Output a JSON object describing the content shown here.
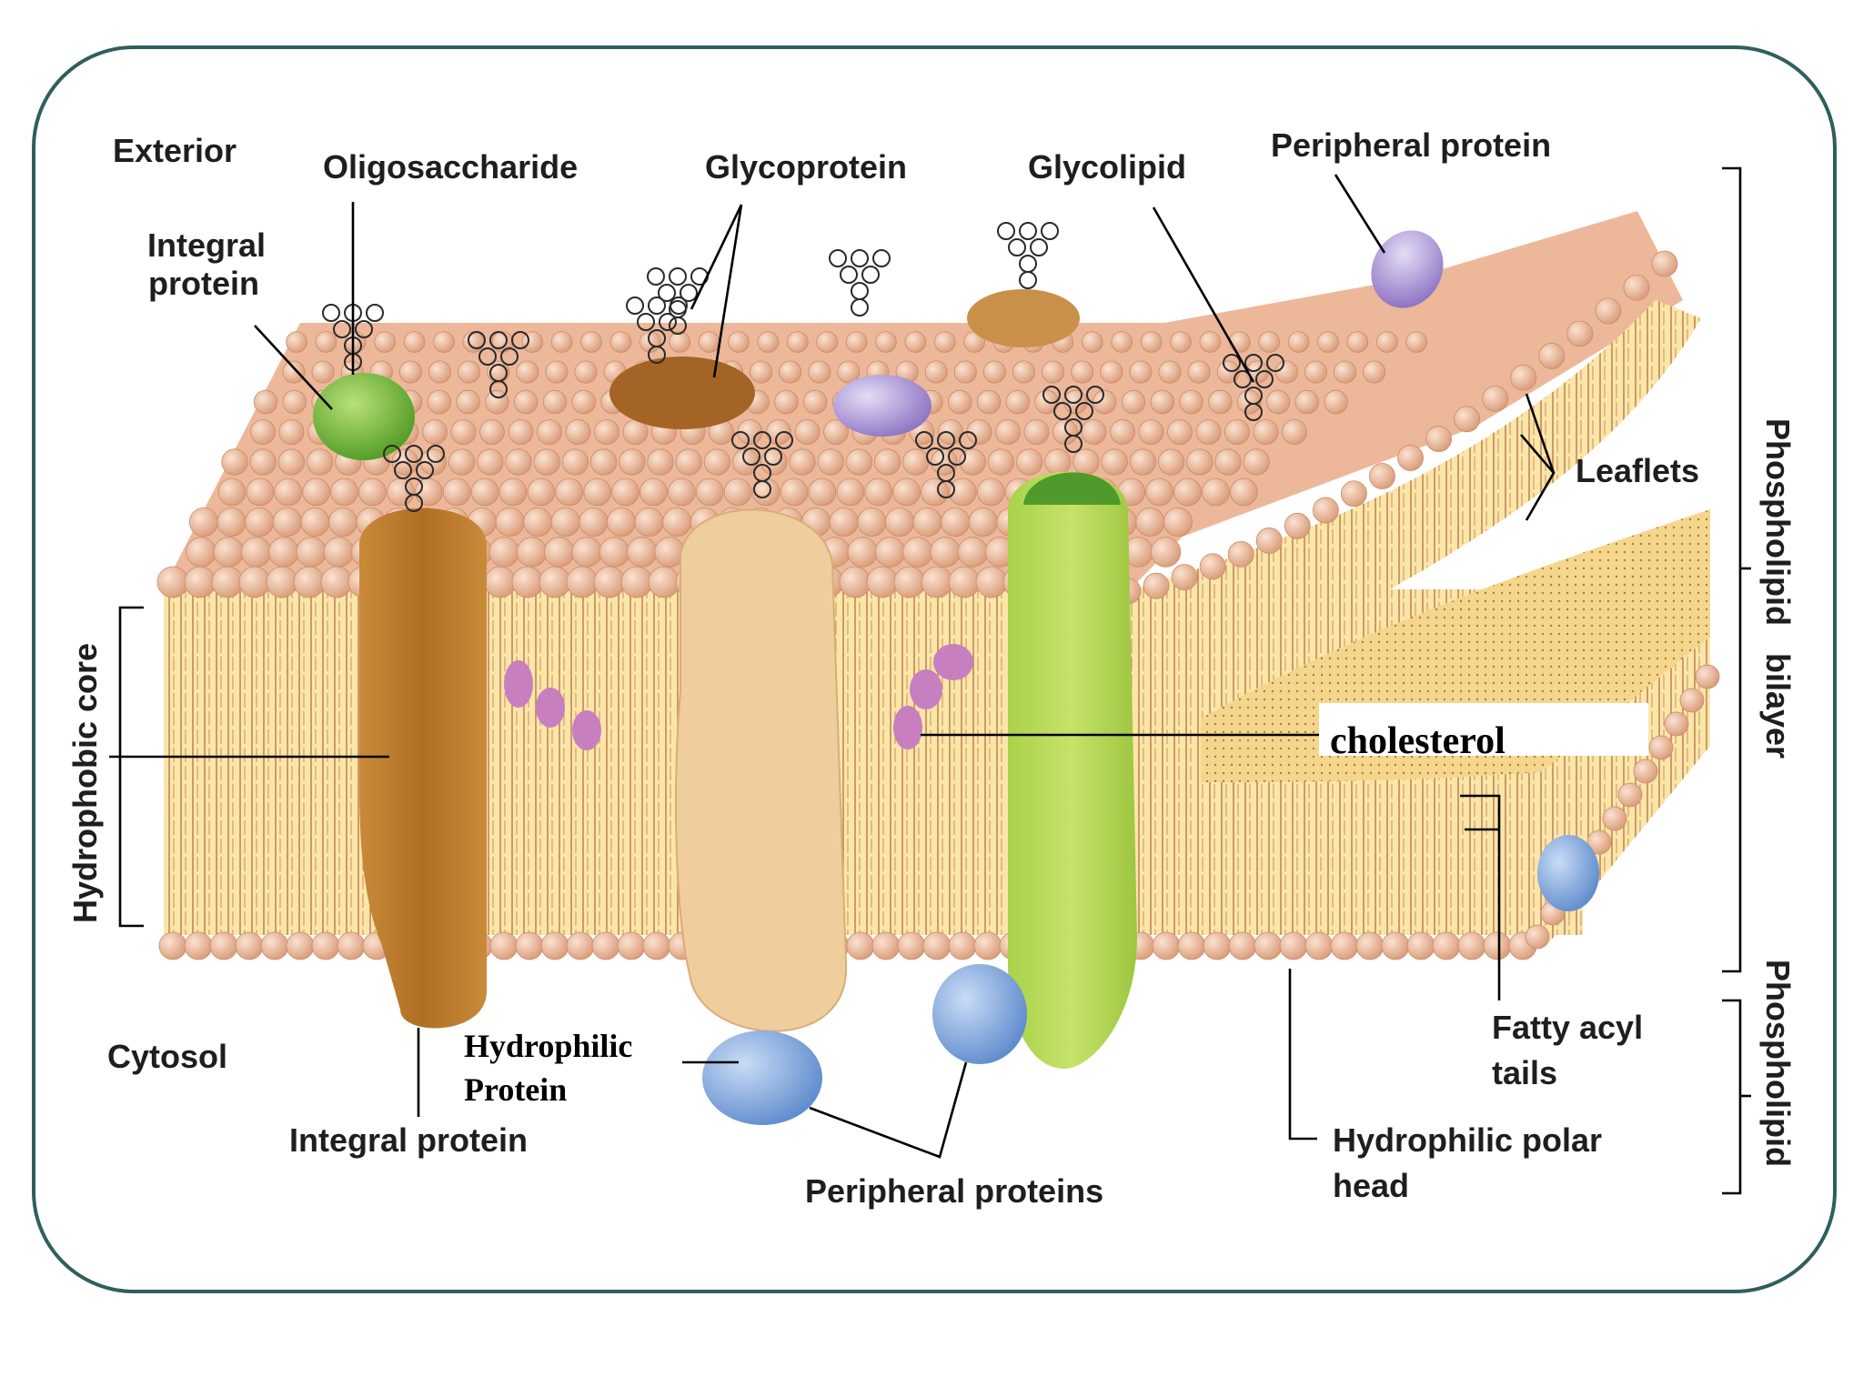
{
  "labels": {
    "exterior": "Exterior",
    "oligosaccharide": "Oligosaccharide",
    "glycoprotein": "Glycoprotein",
    "glycolipid": "Glycolipid",
    "peripheral_protein_top": "Peripheral protein",
    "integral_protein_top_line1": "Integral",
    "integral_protein_top_line2": "protein",
    "leaflets": "Leaflets",
    "phospholipid_bilayer": "Phospholipid   bilayer",
    "phospholipid": "Phospholipid",
    "hydrophobic_core": "Hydrophobic core",
    "cholesterol": "cholesterol",
    "fatty_acyl_line1": "Fatty acyl",
    "fatty_acyl_line2": "tails",
    "cytosol": "Cytosol",
    "hydrophilic_protein_line1": "Hydrophilic",
    "hydrophilic_protein_line2": "Protein",
    "integral_protein_bottom": "Integral protein",
    "peripheral_proteins": "Peripheral proteins",
    "polar_head_line1": "Hydrophilic polar",
    "polar_head_line2": "head"
  },
  "colors": {
    "frame": "#2f5f5c",
    "head": "#e9b79a",
    "tail_bg": "#fbe6a8",
    "tail_line": "#b0704a",
    "cholesterol": "#c77fbf",
    "peripheral_blue": "#7ea6dc",
    "peripheral_purple": "#a892d4",
    "integral_green": "#79bf3a",
    "protein_brown": "#b97a2e",
    "protein_tan": "#efcd9d",
    "protein_lime": "#b7d85a"
  }
}
